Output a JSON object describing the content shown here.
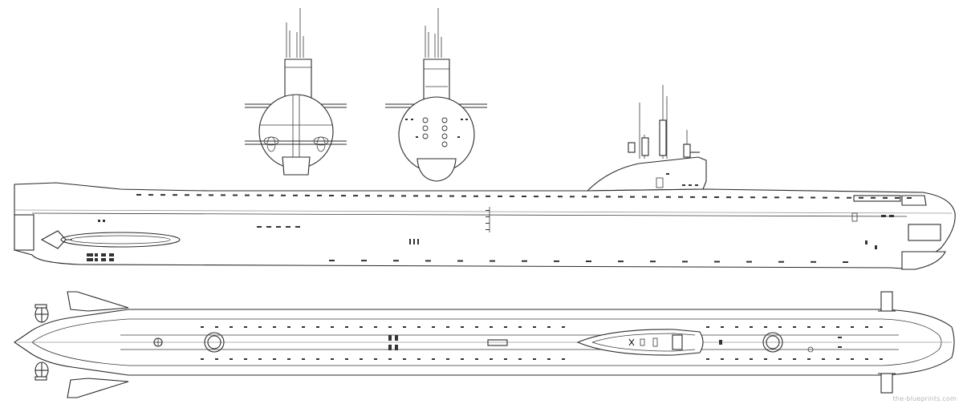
{
  "drawing": {
    "subject": "submarine",
    "views": [
      "front-section",
      "rear-section",
      "side",
      "top"
    ],
    "line_color": "#2a2a2a",
    "background": "#ffffff"
  },
  "watermark": {
    "text": "the-blueprints.com"
  }
}
